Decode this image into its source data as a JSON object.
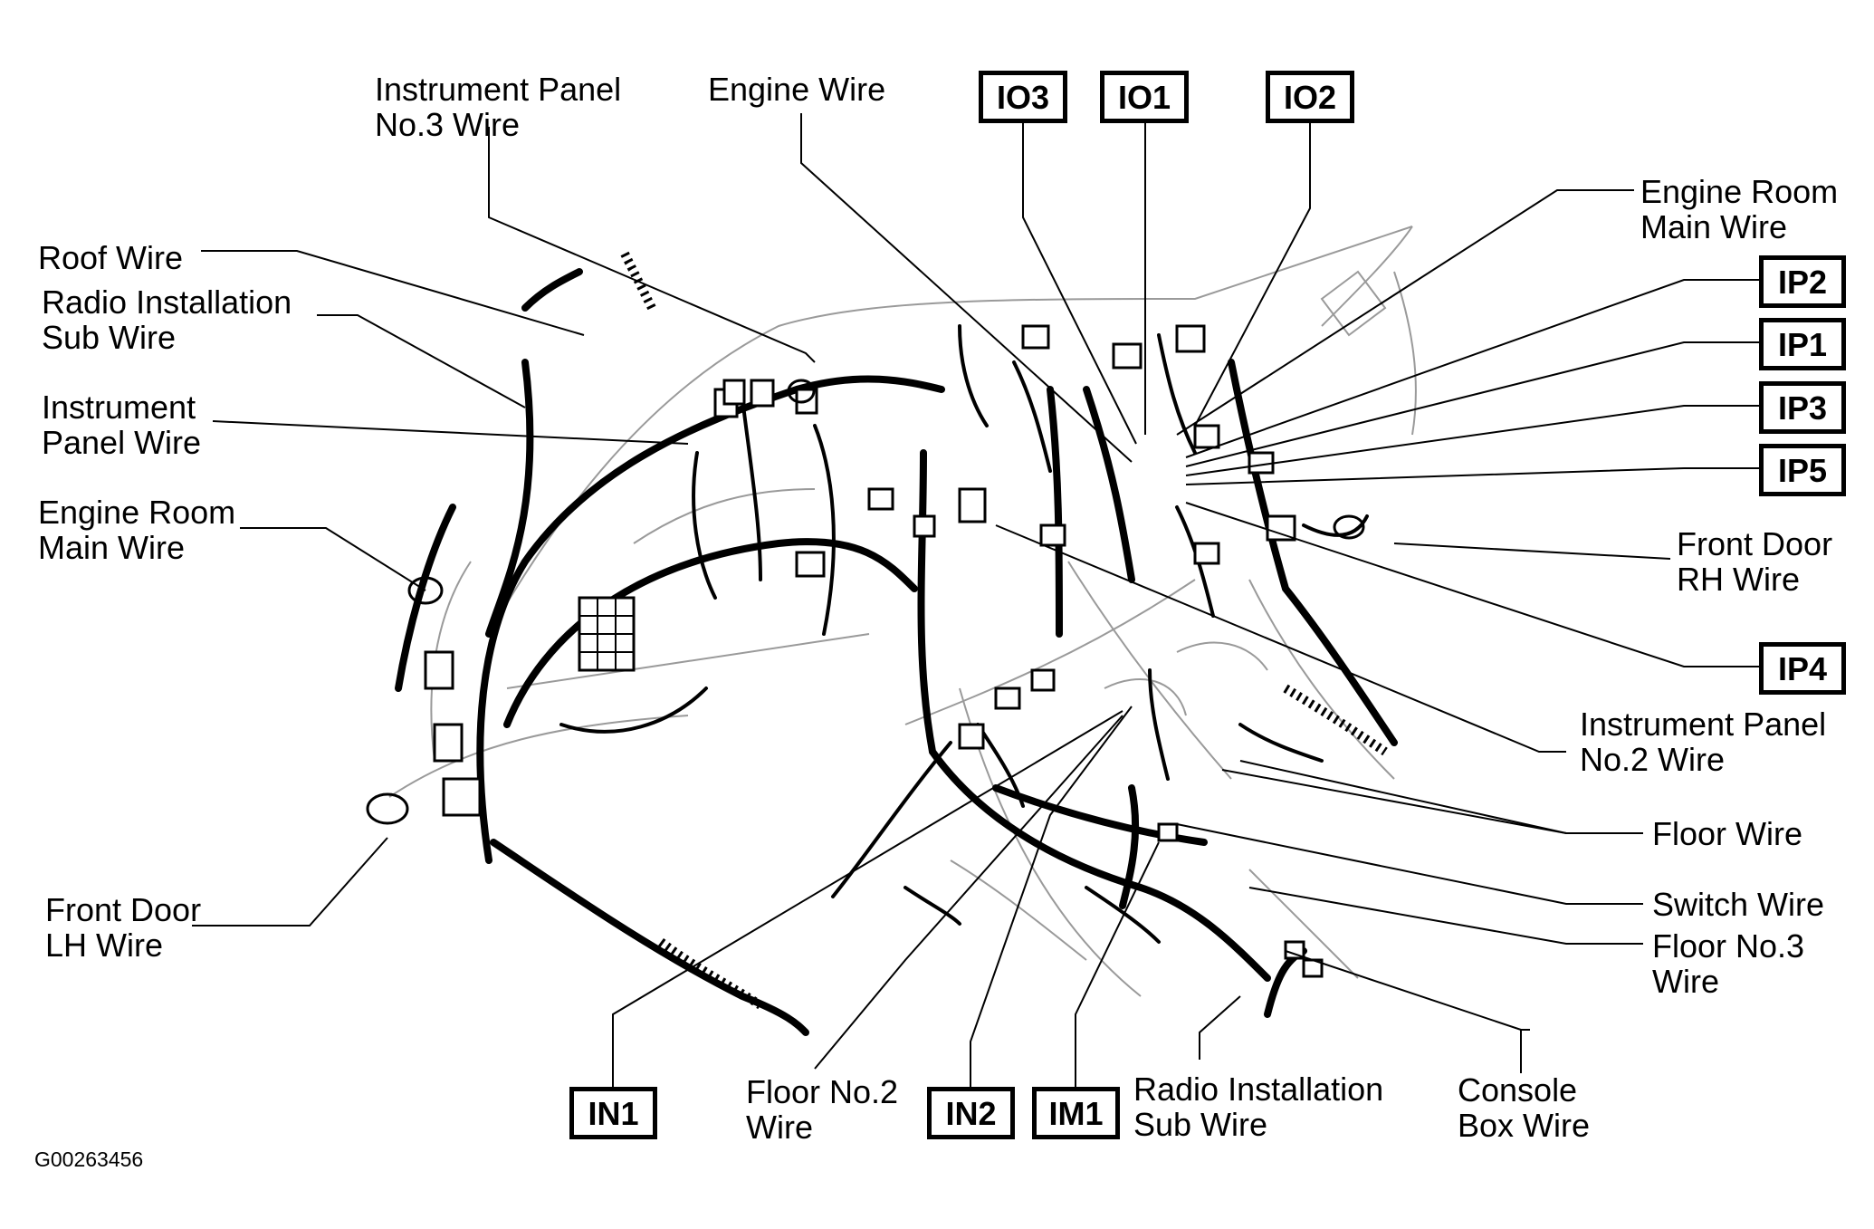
{
  "labels": {
    "instrument_panel_no3_wire": [
      "Instrument Panel",
      "No.3 Wire"
    ],
    "engine_wire": [
      "Engine Wire"
    ],
    "roof_wire": [
      "Roof Wire"
    ],
    "radio_installation_sub_wire_left": [
      "Radio Installation",
      "Sub Wire"
    ],
    "instrument_panel_wire": [
      "Instrument",
      "Panel Wire"
    ],
    "engine_room_main_wire_left": [
      "Engine Room",
      "Main Wire"
    ],
    "front_door_lh_wire": [
      "Front Door",
      "LH Wire"
    ],
    "engine_room_main_wire_right": [
      "Engine Room",
      "Main Wire"
    ],
    "front_door_rh_wire": [
      "Front Door",
      "RH Wire"
    ],
    "instrument_panel_no2_wire": [
      "Instrument Panel",
      "No.2 Wire"
    ],
    "floor_wire": [
      "Floor Wire"
    ],
    "switch_wire": [
      "Switch Wire"
    ],
    "floor_no3_wire": [
      "Floor No.3",
      "Wire"
    ],
    "floor_no2_wire": [
      "Floor No.2",
      "Wire"
    ],
    "radio_installation_sub_wire_bottom": [
      "Radio Installation",
      "Sub Wire"
    ],
    "console_box_wire": [
      "Console",
      "Box Wire"
    ]
  },
  "connectors": {
    "io3": "IO3",
    "io1": "IO1",
    "io2": "IO2",
    "ip2": "IP2",
    "ip1": "IP1",
    "ip3": "IP3",
    "ip5": "IP5",
    "ip4": "IP4",
    "in1": "IN1",
    "in2": "IN2",
    "im1": "IM1"
  },
  "figure_code": "G00263456"
}
